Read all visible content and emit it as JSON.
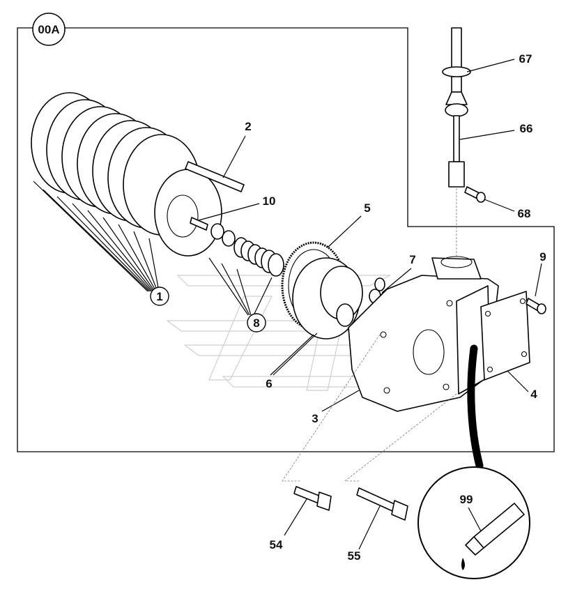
{
  "diagram": {
    "group_label": "00A",
    "callouts": {
      "p1": "1",
      "p2": "2",
      "p3": "3",
      "p4": "4",
      "p5": "5",
      "p6": "6",
      "p7": "7",
      "p8": "8",
      "p9": "9",
      "p10": "10",
      "p54": "54",
      "p55": "55",
      "p66": "66",
      "p67": "67",
      "p68": "68",
      "p99": "99"
    }
  }
}
